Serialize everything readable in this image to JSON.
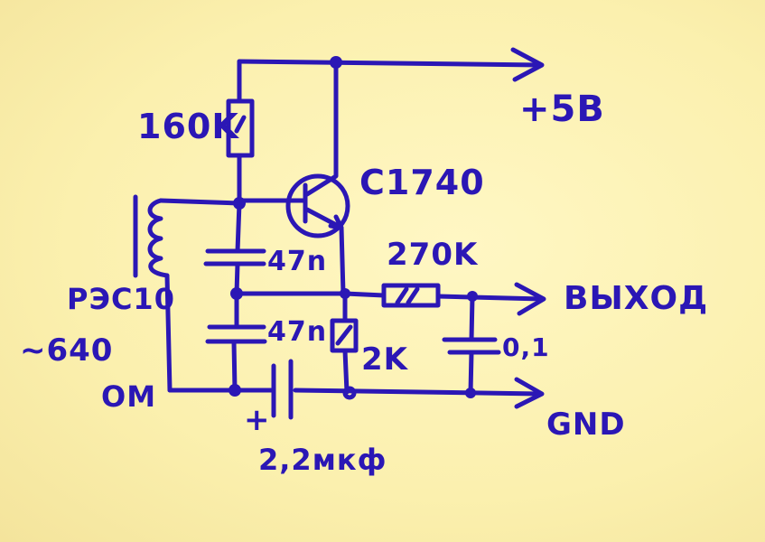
{
  "labels": {
    "r_bias": "160K",
    "supply": "+5B",
    "transistor": "C1740",
    "r_out": "270K",
    "output": "ВЫХОД",
    "relay": "РЭС10",
    "coil_resistance": "~640",
    "coil_unit": "ОМ",
    "c_top": "47n",
    "c_bottom": "47n",
    "r_emitter": "2K",
    "c_filter": "0,1",
    "ground": "GND",
    "polarity": "+",
    "c_coupling": "2,2мкф"
  },
  "colors": {
    "ink": "#2b17b5",
    "paper": "#fbf1b2"
  }
}
